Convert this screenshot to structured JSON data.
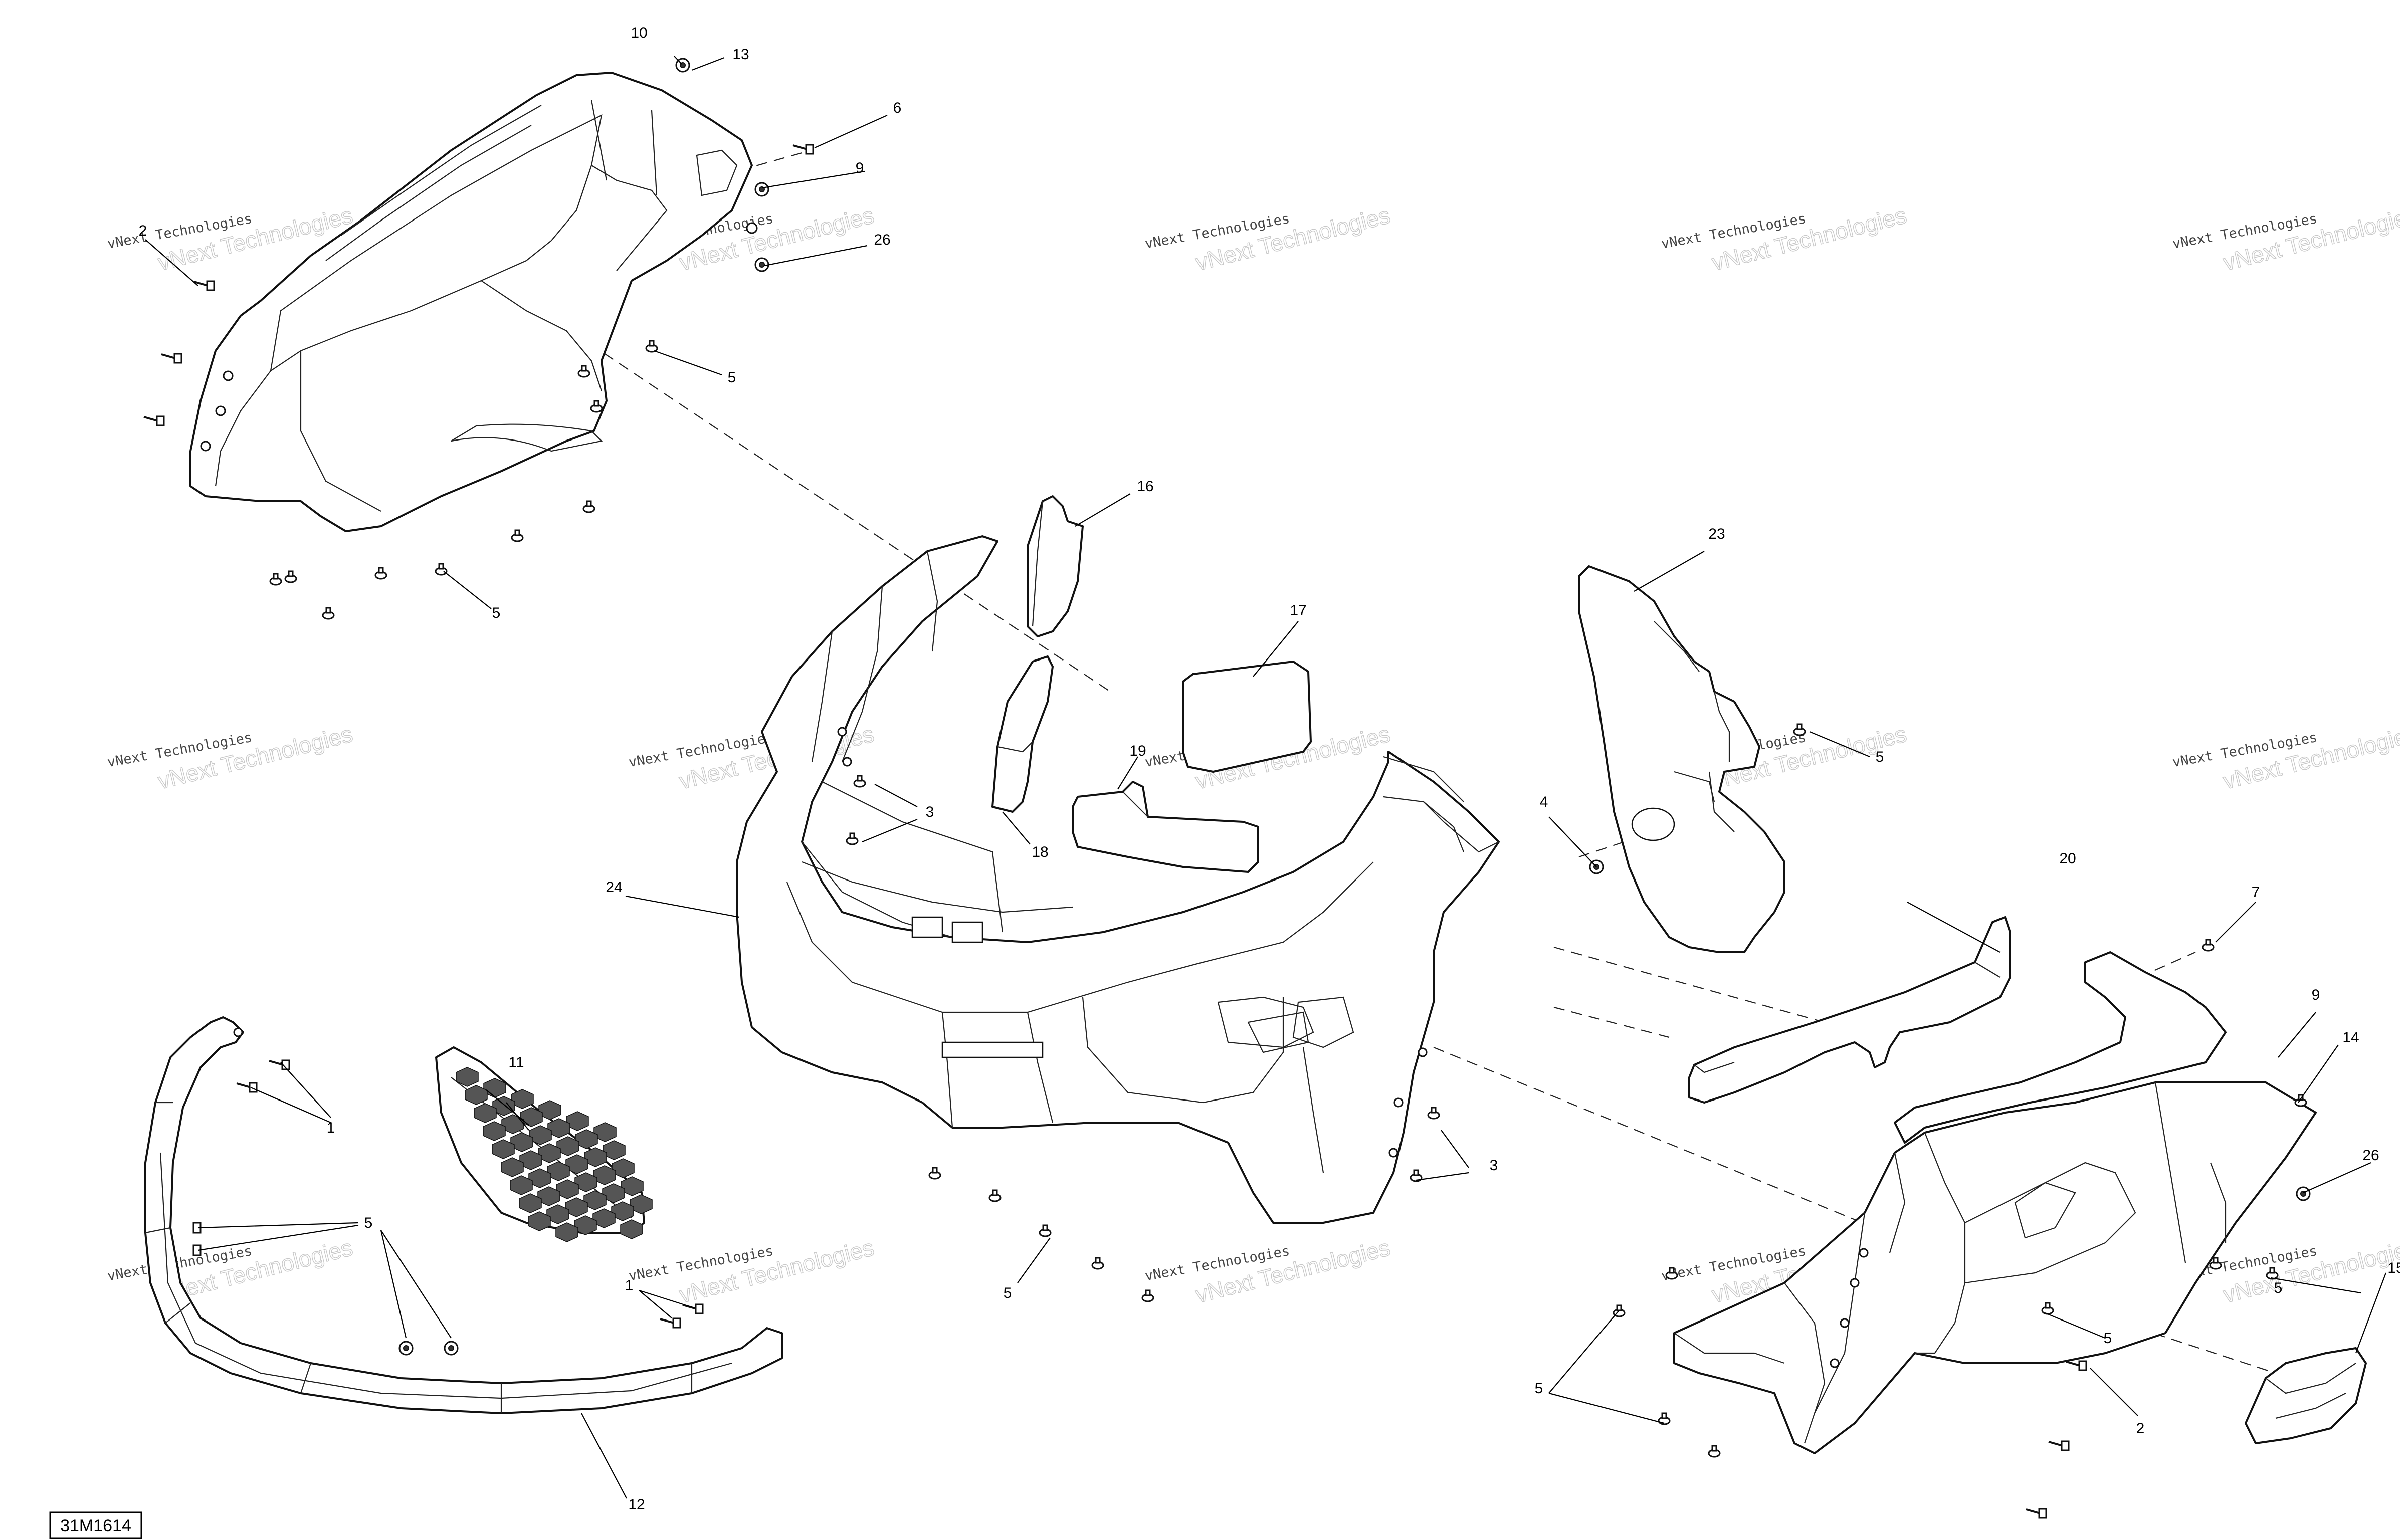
{
  "diagram_id": "31M1614",
  "watermark": {
    "line1": "vNext Technologies",
    "line2": "vNext Technologies"
  },
  "callouts": [
    "1",
    "1",
    "2",
    "2",
    "3",
    "3",
    "4",
    "5",
    "5",
    "5",
    "5",
    "5",
    "5",
    "5",
    "5",
    "6",
    "7",
    "9",
    "9",
    "10",
    "11",
    "12",
    "13",
    "14",
    "15",
    "16",
    "17",
    "18",
    "19",
    "20",
    "23",
    "24",
    "26",
    "26"
  ],
  "parts": [
    "upper-left-side-panel",
    "front-bumper-fascia",
    "lower-right-side-panel",
    "bumper-bar",
    "front-grille",
    "foam-block-16",
    "foam-block-17",
    "foam-block-18",
    "foam-block-19",
    "foam-block-20",
    "foam-panel-23",
    "side-cap-15"
  ]
}
